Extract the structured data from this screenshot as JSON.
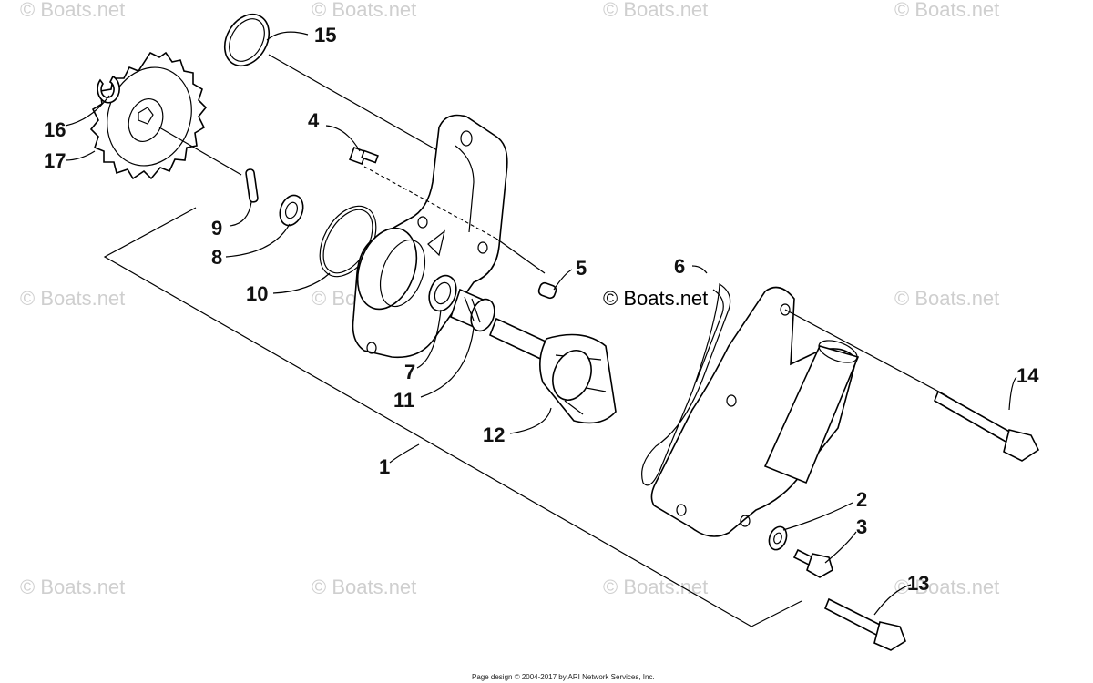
{
  "diagram": {
    "callouts": [
      {
        "id": "c1",
        "label": "1"
      },
      {
        "id": "c2",
        "label": "2"
      },
      {
        "id": "c3",
        "label": "3"
      },
      {
        "id": "c4",
        "label": "4"
      },
      {
        "id": "c5",
        "label": "5"
      },
      {
        "id": "c6",
        "label": "6"
      },
      {
        "id": "c7",
        "label": "7"
      },
      {
        "id": "c8",
        "label": "8"
      },
      {
        "id": "c9",
        "label": "9"
      },
      {
        "id": "c10",
        "label": "10"
      },
      {
        "id": "c11",
        "label": "11"
      },
      {
        "id": "c12",
        "label": "12"
      },
      {
        "id": "c13",
        "label": "13"
      },
      {
        "id": "c14",
        "label": "14"
      },
      {
        "id": "c15",
        "label": "15"
      },
      {
        "id": "c16",
        "label": "16"
      },
      {
        "id": "c17",
        "label": "17"
      }
    ]
  },
  "watermark": {
    "text": "© Boats.net"
  },
  "footer": {
    "text": "Page design © 2004-2017 by ARI Network Services, Inc."
  }
}
